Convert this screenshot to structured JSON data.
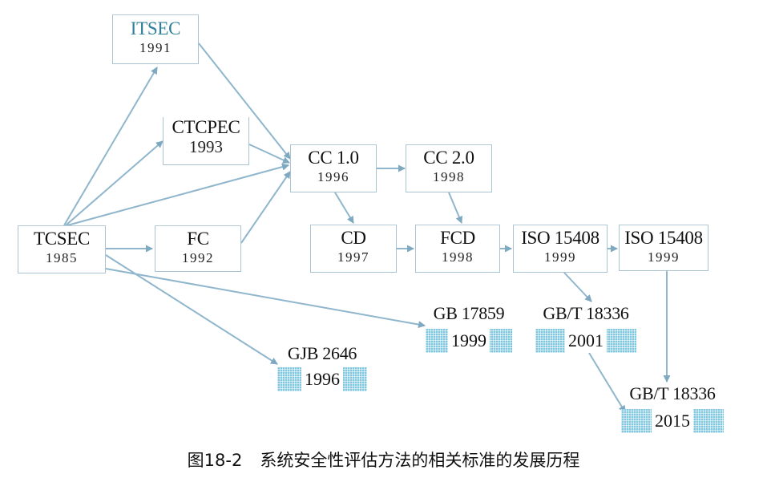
{
  "caption": {
    "label": "图18-2",
    "text": "系统安全性评估方法的相关标准的发展历程"
  },
  "nodes": [
    {
      "id": "itsec",
      "name": "ITSEC",
      "year": "1991"
    },
    {
      "id": "ctcpec",
      "name": "CTCPEC",
      "year": "1993"
    },
    {
      "id": "tcsec",
      "name": "TCSEC",
      "year": "1985"
    },
    {
      "id": "fc",
      "name": "FC",
      "year": "1992"
    },
    {
      "id": "cc1",
      "name": "CC 1.0",
      "year": "1996"
    },
    {
      "id": "cc2",
      "name": "CC 2.0",
      "year": "1998"
    },
    {
      "id": "cd",
      "name": "CD",
      "year": "1997"
    },
    {
      "id": "fcd",
      "name": "FCD",
      "year": "1998"
    },
    {
      "id": "iso1",
      "name": "ISO 15408",
      "year": "1999"
    },
    {
      "id": "iso2",
      "name": "ISO 15408",
      "year": "1999"
    },
    {
      "id": "gb17859",
      "name": "GB 17859",
      "year": "1999"
    },
    {
      "id": "gbt2001",
      "name": "GB/T 18336",
      "year": "2001"
    },
    {
      "id": "gjb",
      "name": "GJB 2646",
      "year": "1996"
    },
    {
      "id": "gbt2015",
      "name": "GB/T 18336",
      "year": "2015"
    }
  ],
  "edges": [
    {
      "from": "tcsec",
      "to": "itsec"
    },
    {
      "from": "tcsec",
      "to": "ctcpec"
    },
    {
      "from": "tcsec",
      "to": "cc1"
    },
    {
      "from": "tcsec",
      "to": "fc"
    },
    {
      "from": "itsec",
      "to": "cc1"
    },
    {
      "from": "ctcpec",
      "to": "cc1"
    },
    {
      "from": "fc",
      "to": "cc1"
    },
    {
      "from": "cc1",
      "to": "cc2"
    },
    {
      "from": "cc1",
      "to": "cd"
    },
    {
      "from": "cc2",
      "to": "fcd"
    },
    {
      "from": "cd",
      "to": "fcd"
    },
    {
      "from": "fcd",
      "to": "iso1"
    },
    {
      "from": "iso1",
      "to": "iso2"
    },
    {
      "from": "iso1",
      "to": "gbt2001"
    },
    {
      "from": "iso2",
      "to": "gbt2015"
    },
    {
      "from": "gbt2001",
      "to": "gbt2015"
    },
    {
      "from": "tcsec",
      "to": "gb17859"
    },
    {
      "from": "tcsec",
      "to": "gjb"
    }
  ],
  "colors": {
    "arrow": "#8fb6cc",
    "box_border": "#a9c3d3",
    "standard_band": "#7fc6df",
    "itsec_text": "#2e7f9a"
  }
}
